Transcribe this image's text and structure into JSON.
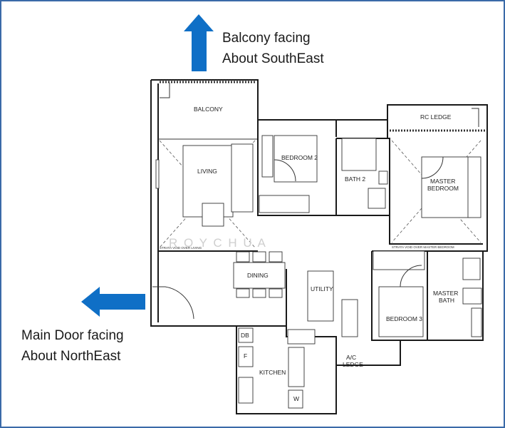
{
  "annotations": {
    "balcony_line1": "Balcony facing",
    "balcony_line2": "About SouthEast",
    "door_line1": "Main Door facing",
    "door_line2": "About NorthEast"
  },
  "rooms": {
    "balcony": "BALCONY",
    "rc_ledge": "RC LEDGE",
    "bedroom2": "BEDROOM 2",
    "bath2": "BATH 2",
    "master_bedroom_1": "MASTER",
    "master_bedroom_2": "BEDROOM",
    "living": "LIVING",
    "dining": "DINING",
    "utility": "UTILITY",
    "bedroom3": "BEDROOM 3",
    "master_bath_1": "MASTER",
    "master_bath_2": "BATH",
    "kitchen": "KITCHEN",
    "db": "DB",
    "f": "F",
    "w": "W",
    "ac_ledge_1": "A/C",
    "ac_ledge_2": "LEDGE"
  },
  "notes": {
    "strata_living": "STRATA VOID OVER LIVING",
    "strata_master": "STRATA VOID OVER MASTER BEDROOM"
  },
  "watermark": "R O Y   C H U A",
  "colors": {
    "arrow": "#0f6fc6",
    "frame": "#3a6aa8",
    "wall": "#1a1a1a"
  }
}
